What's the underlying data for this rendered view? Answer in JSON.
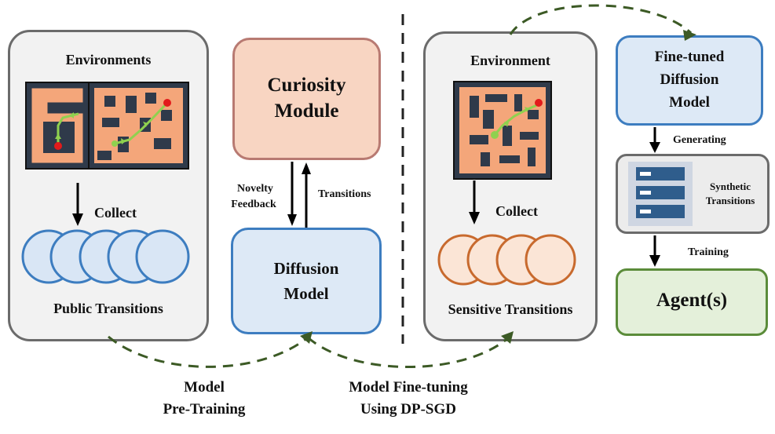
{
  "left_panel": {
    "title": "Environments",
    "collect_label": "Collect",
    "transitions_label": "Public Transitions"
  },
  "curiosity": {
    "title_line1": "Curiosity",
    "title_line2": "Module"
  },
  "diffusion": {
    "title_line1": "Diffusion",
    "title_line2": "Model"
  },
  "feedback": {
    "novelty_line1": "Novelty",
    "novelty_line2": "Feedback",
    "transitions": "Transitions"
  },
  "middle_panel": {
    "title": "Environment",
    "collect_label": "Collect",
    "transitions_label": "Sensitive Transitions"
  },
  "finetuned": {
    "line1": "Fine-tuned",
    "line2": "Diffusion",
    "line3": "Model"
  },
  "generating_label": "Generating",
  "synthetic": {
    "line1": "Synthetic",
    "line2": "Transitions"
  },
  "training_label": "Training",
  "agent_label": "Agent(s)",
  "bottom": {
    "pretrain_line1": "Model",
    "pretrain_line2": "Pre-Training",
    "finetune_line1": "Model Fine-tuning",
    "finetune_line2": "Using DP-SGD"
  },
  "colors": {
    "panel_fill": "#f2f2f2",
    "panel_border": "#6b6b6b",
    "curiosity_fill": "#f8d5c2",
    "curiosity_border": "#b87a72",
    "diffusion_fill": "#dde9f6",
    "diffusion_border": "#3d7dc0",
    "agent_fill": "#e4f0da",
    "agent_border": "#5b8c3a",
    "public_circle_fill": "#d9e6f5",
    "public_circle_border": "#3d7dc0",
    "sensitive_circle_fill": "#fbe5d6",
    "sensitive_circle_border": "#c86a2e",
    "maze_wall": "#2f3a4a",
    "maze_path": "#f4a67a",
    "path_arrow": "#8fd14f",
    "dashed_arrow": "#3c5a25"
  }
}
